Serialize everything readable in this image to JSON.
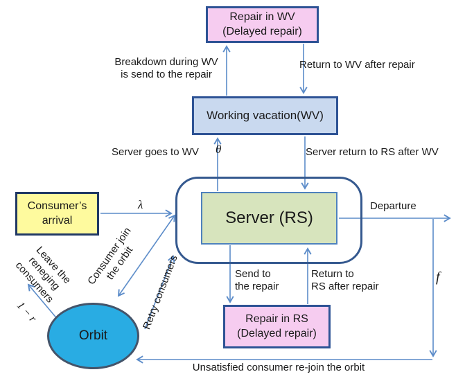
{
  "boxes": {
    "repair_wv": "Repair in WV\n(Delayed repair)",
    "working_vacation": "Working vacation(WV)",
    "server": "Server (RS)",
    "consumer_arrival": "Consumer’s\narrival",
    "repair_rs": "Repair in RS\n(Delayed repair)",
    "orbit": "Orbit"
  },
  "labels": {
    "breakdown": "Breakdown during WV\nis send to the repair",
    "return_to_wv": "Return to WV after repair",
    "server_goes_wv": "Server goes to WV",
    "theta": "θ",
    "server_return_rs": "Server return to RS after WV",
    "lambda": "λ",
    "departure": "Departure",
    "f": "f",
    "send_to_repair": "Send to\nthe repair",
    "return_to_rs": "Return to\nRS after repair",
    "unsatisfied": "Unsatisfied consumer re-join the orbit",
    "consumer_join": "Consumer join\nthe orbit",
    "retry": "Retry consumers",
    "leave_reneging": "Leave the\nreneging\nconsumers",
    "one_minus_r": "1 − r"
  },
  "colors": {
    "arrow": "#5C8CC9",
    "repair_box_fill": "#F6CCF0",
    "repair_box_border": "#2E5395",
    "wv_fill": "#C9D9EF",
    "server_fill": "#D7E4BD",
    "server_border": "#4E81BD",
    "boundary_border": "#35598F",
    "arrival_fill": "#FEFA9E",
    "arrival_border": "#203864",
    "orbit_fill": "#29ACE3",
    "orbit_border": "#44546A",
    "text": "#1A1A1A"
  }
}
